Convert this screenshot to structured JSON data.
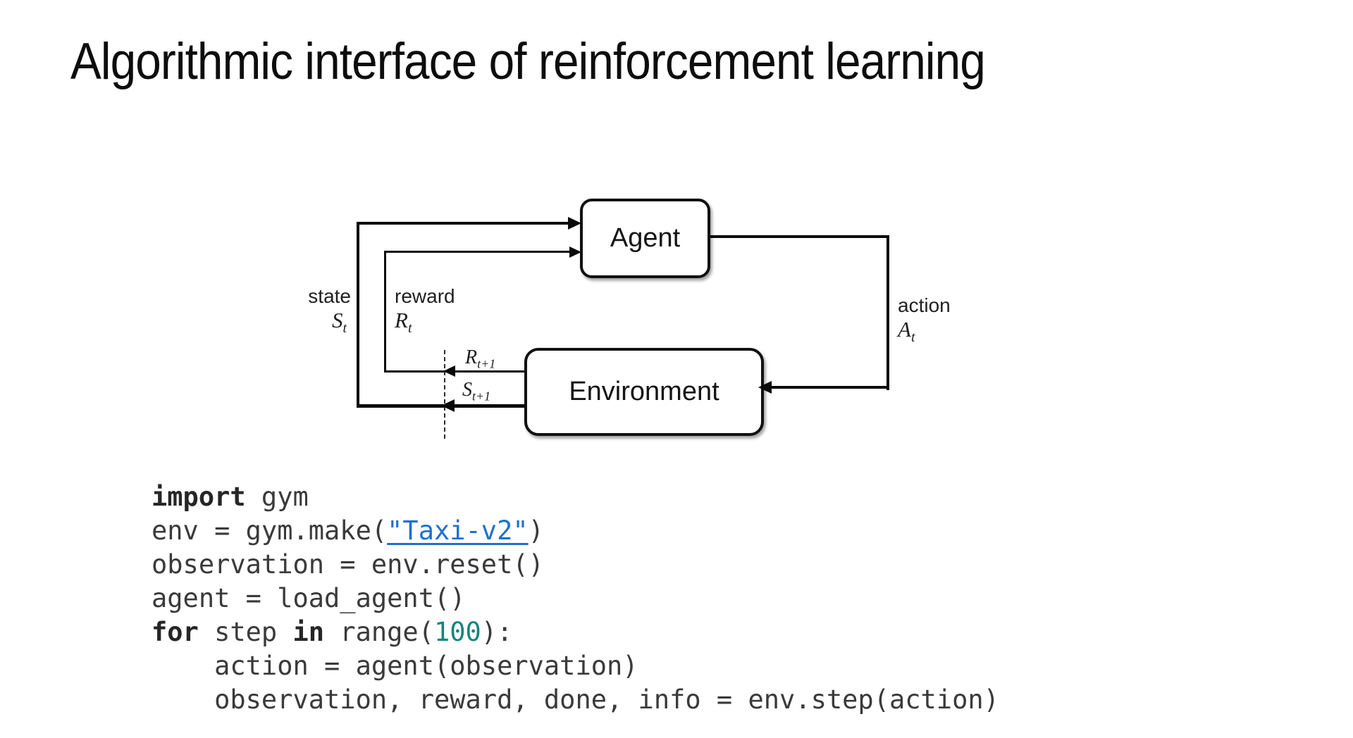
{
  "slide": {
    "title": "Algorithmic interface of reinforcement learning"
  },
  "diagram": {
    "agent_label": "Agent",
    "environment_label": "Environment",
    "state_label": "state",
    "state_symbol": "S",
    "state_sub": "t",
    "reward_label": "reward",
    "reward_symbol": "R",
    "reward_sub": "t",
    "action_label": "action",
    "action_symbol": "A",
    "action_sub": "t",
    "next_reward_symbol": "R",
    "next_reward_sub": "t+1",
    "next_state_symbol": "S",
    "next_state_sub": "t+1"
  },
  "code": {
    "lines": [
      {
        "tokens": [
          {
            "t": "import",
            "s": "kw"
          },
          {
            "t": " gym",
            "s": "plain"
          }
        ]
      },
      {
        "tokens": [
          {
            "t": "env = gym.make(",
            "s": "plain"
          },
          {
            "t": "\"Taxi-v2\"",
            "s": "link"
          },
          {
            "t": ")",
            "s": "plain"
          }
        ]
      },
      {
        "tokens": [
          {
            "t": "observation = env.reset()",
            "s": "plain"
          }
        ]
      },
      {
        "tokens": [
          {
            "t": "agent = load_agent()",
            "s": "plain"
          }
        ]
      },
      {
        "tokens": [
          {
            "t": "for",
            "s": "kw"
          },
          {
            "t": " step ",
            "s": "plain"
          },
          {
            "t": "in",
            "s": "kw"
          },
          {
            "t": " range(",
            "s": "plain"
          },
          {
            "t": "100",
            "s": "num"
          },
          {
            "t": "):",
            "s": "plain"
          }
        ]
      },
      {
        "tokens": [
          {
            "t": "    action = agent(observation)",
            "s": "plain"
          }
        ]
      },
      {
        "tokens": [
          {
            "t": "    observation, reward, done, info = env.step(action)",
            "s": "plain"
          }
        ]
      }
    ]
  },
  "colors": {
    "code-text": "#3a3a3a",
    "keyword": "#262626",
    "number": "#17847e",
    "link": "#1e6fd4",
    "ink": "#0d0d0d",
    "line": "#0a0a0a"
  }
}
